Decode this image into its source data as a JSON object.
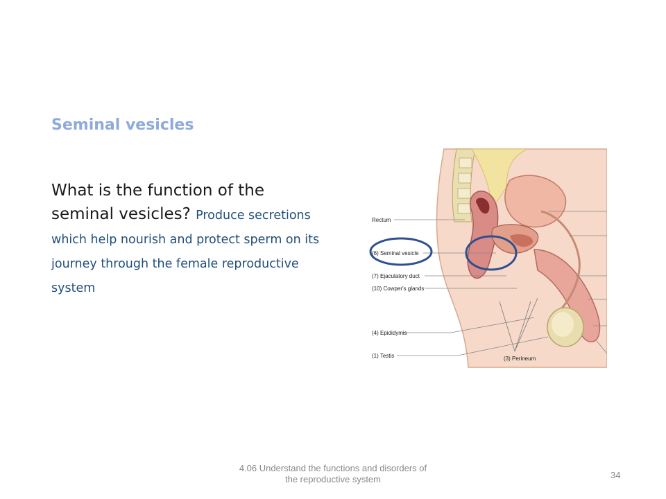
{
  "slide": {
    "title": "Seminal vesicles",
    "question": "What is the function of the seminal vesicles?",
    "answer": "Produce secretions which help nourish and protect sperm on its journey through the female reproductive system"
  },
  "diagram": {
    "labels": {
      "rectum": "Rectum",
      "seminal_vesicle": "(6) Seminal vesicle",
      "ejaculatory_duct": "(7) Ejaculatory duct",
      "cowpers_glands": "(10) Cowper's glands",
      "epididymis": "(4) Epididymis",
      "testis": "(1) Testis",
      "perineum": "(3) Perineum"
    },
    "highlight_color": "#2f4f8f"
  },
  "footer": {
    "text": "4.06 Understand the functions and disorders of the reproductive system",
    "page_number": "34"
  }
}
